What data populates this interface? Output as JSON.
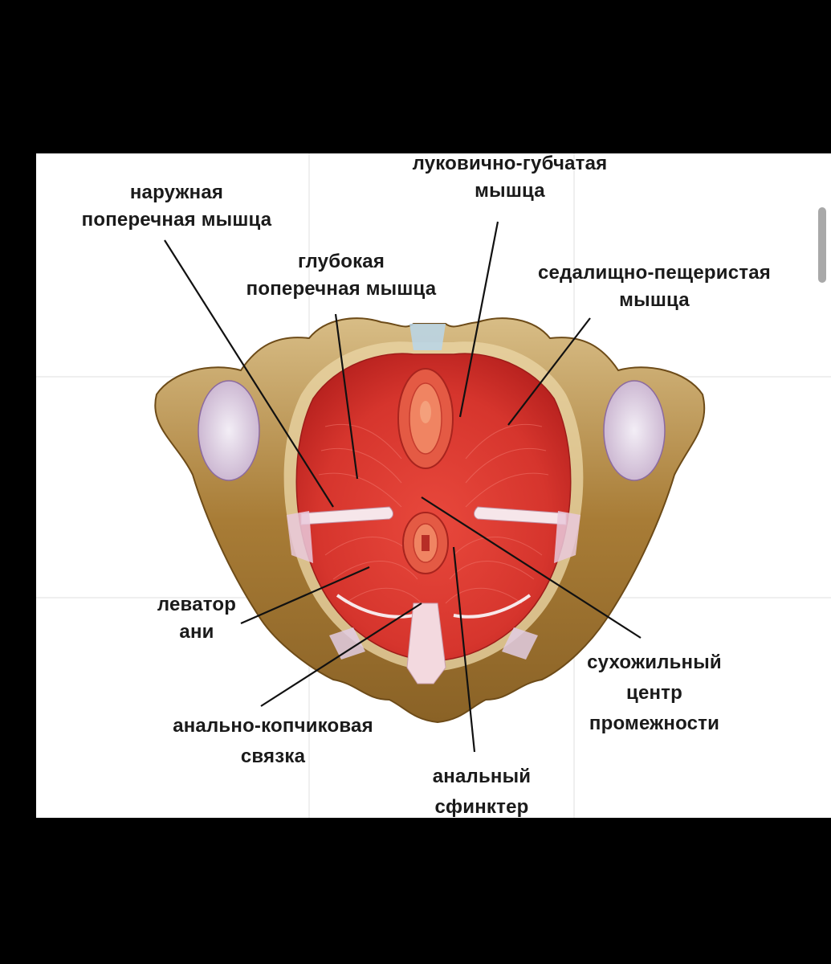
{
  "diagram": {
    "subject": "pelvic floor muscles (inferior view)",
    "background_color": "#000000",
    "panel_color": "#ffffff",
    "colors": {
      "muscle": "#d9362f",
      "muscle_dark": "#b8221f",
      "bone": "#a47a32",
      "bone_light": "#d9c08a",
      "ligament": "#e8c7d6",
      "leader_line": "#111111"
    },
    "labels": [
      {
        "id": "external-transverse",
        "lines": [
          "наружная",
          "поперечная мышца"
        ]
      },
      {
        "id": "bulbospongiosus",
        "lines": [
          "луковично-губчатая",
          "мышца"
        ]
      },
      {
        "id": "deep-transverse",
        "lines": [
          "глубокая",
          "поперечная мышца"
        ]
      },
      {
        "id": "ischiocavernosus",
        "lines": [
          "седалищно-пещеристая",
          "мышца"
        ]
      },
      {
        "id": "levator-ani",
        "lines": [
          "леватор",
          "ани"
        ]
      },
      {
        "id": "perineal-body",
        "lines": [
          "сухожильный",
          "центр",
          "промежности"
        ]
      },
      {
        "id": "anococcygeal-ligament",
        "lines": [
          "анально-копчиковая",
          "связка"
        ]
      },
      {
        "id": "anal-sphincter",
        "lines": [
          "анальный",
          "сфинктер"
        ]
      }
    ]
  }
}
